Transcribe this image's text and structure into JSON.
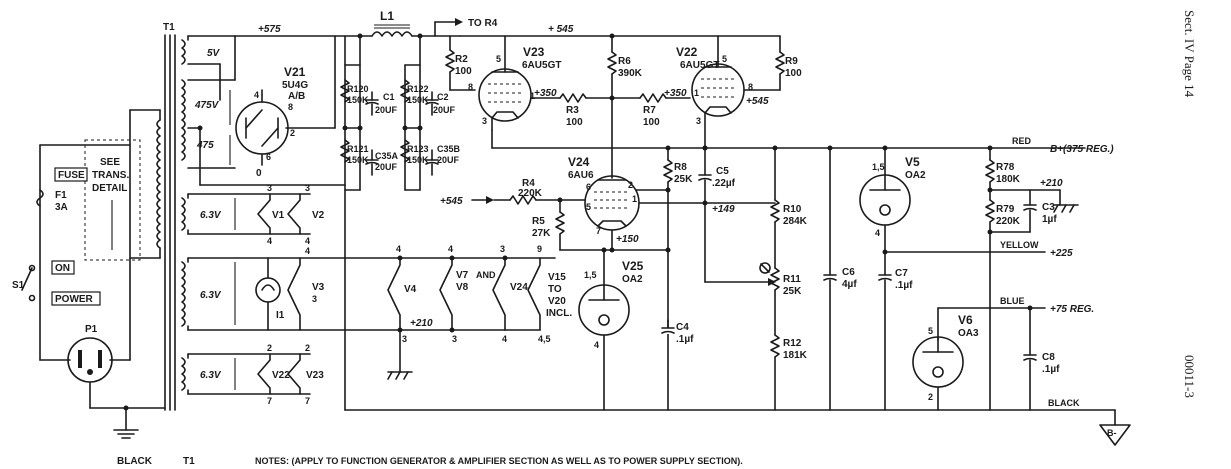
{
  "page": {
    "section_label": "Sect. IV  Page 14",
    "figure_number": "00011-3",
    "notes": "NOTES: (APPLY TO FUNCTION GENERATOR & AMPLIFIER SECTION AS WELL AS TO POWER SUPPLY SECTION).",
    "bottom_left_black": "BLACK",
    "bottom_left_t1": "T1"
  },
  "labels": {
    "t1": "T1",
    "l1": "L1",
    "to_r4": "TO R4",
    "v575": "+575",
    "v545_top": "+ 545",
    "v5v": "5V",
    "v475a": "475V",
    "v475b": "475",
    "v21_name": "V21",
    "v21_type": "5U4G",
    "v21_sub": "A/B",
    "v21_pin4": "4",
    "v21_pin8": "8",
    "v21_pin2": "2",
    "v21_pin6": "6",
    "v21_pin0": "0",
    "r120": "R120",
    "r120_val": "150K",
    "r121": "R121",
    "r121_val": "150K",
    "c1": "C1",
    "c1_val": "20UF",
    "c35a": "C35A",
    "c35a_val": "20UF",
    "r122": "R122",
    "r122_val": "150K",
    "r123": "R123",
    "r123_val": "150K",
    "c2": "C2",
    "c2_val": "20UF",
    "c35b": "C35B",
    "c35b_val": "20UF",
    "r2": "R2",
    "r2_val": "100",
    "v23_name": "V23",
    "v23_type": "6AU5GT",
    "v22_name": "V22",
    "v22_type": "6AU5GT",
    "r6": "R6",
    "r6_val": "390K",
    "r9": "R9",
    "r9_val": "100",
    "r3": "R3",
    "r3_val": "100",
    "r7": "R7",
    "r7_val": "100",
    "v350a": "+350",
    "v350b": "+350",
    "v545_v22": "+545",
    "pin8a": "8",
    "pin1a": "1",
    "pin3a": "3",
    "pin5a": "5",
    "pin5b": "5",
    "pin1b": "1",
    "pin8b": "8",
    "pin3b": "3",
    "red": "RED",
    "b_plus": "B+(375 REG.)",
    "v24_name": "V24",
    "v24_type": "6AU6",
    "r4": "R4",
    "r4_val": "220K",
    "r5": "R5",
    "r5_val": "27K",
    "v545_in": "+545",
    "v150": "+150",
    "v149": "+149",
    "v24_pin6": "6",
    "v24_pin5": "5",
    "v24_pin2": "2",
    "v24_pin1": "1",
    "v24_pin7": "7",
    "r8": "R8",
    "r8_val": "25K",
    "c5": "C5",
    "c5_val": ".22µf",
    "r10": "R10",
    "r10_val": "284K",
    "r11": "R11",
    "r11_val": "25K",
    "r12": "R12",
    "r12_val": "181K",
    "c6": "C6",
    "c6_val": "4µf",
    "v5_name": "V5",
    "v5_type": "OA2",
    "v5_pin15": "1,5",
    "v5_pin4": "4",
    "r78": "R78",
    "r78_val": "180K",
    "r79": "R79",
    "r79_val": "220K",
    "c3": "C3",
    "c3_val": "1µf",
    "v210_right": "+210",
    "yellow": "YELLOW",
    "v225": "+225",
    "c7": "C7",
    "c7_val": ".1µf",
    "blue": "BLUE",
    "v75": "+75 REG.",
    "v6_name": "V6",
    "v6_type": "OA3",
    "v6_pin5": "5",
    "v6_pin2": "2",
    "c8": "C8",
    "c8_val": ".1µf",
    "black_right": "BLACK",
    "b_minus": "B-",
    "v25_name": "V25",
    "v25_type": "OA2",
    "v25_pin15": "1,5",
    "v25_pin4": "4",
    "c4": "C4",
    "c4_val": ".1µf",
    "fuse": "FUSE",
    "f1": "F1",
    "f1_val": "3A",
    "see_trans": "SEE",
    "see_trans2": "TRANS.",
    "see_trans3": "DETAIL",
    "on": "ON",
    "s1": "S1",
    "power": "POWER",
    "p1": "P1",
    "v63_a": "6.3V",
    "v63_b": "6.3V",
    "v63_c": "6.3V",
    "vi": "V1",
    "v2": "V2",
    "v3": "V3",
    "v3_pin": "3",
    "i1": "I1",
    "v22_fil": "V22",
    "v23_fil": "V23",
    "v4": "V4",
    "v7v8_a": "V7",
    "v7v8_and": "AND",
    "v7v8_b": "V8",
    "v24_fil": "V24",
    "v15": "V15",
    "v15_to": "TO",
    "v15_v20": "V20",
    "v15_incl": "INCL.",
    "v210_mid": "+210",
    "pin3_top1": "3",
    "pin3_top2": "3",
    "pin4_l1": "4",
    "pin4_l2": "4",
    "pin4_l3": "4",
    "pin4_b1": "4",
    "pin4_b2": "4",
    "pin3_b": "3",
    "pin3_b2": "3",
    "pin9": "9",
    "pin45": "4,5",
    "pin4_b3": "4",
    "pin3_v4": "3",
    "pin2_a": "2",
    "pin2_b": "2",
    "pin7_a": "7",
    "pin7_b": "7",
    "pin4_v5": "4"
  }
}
